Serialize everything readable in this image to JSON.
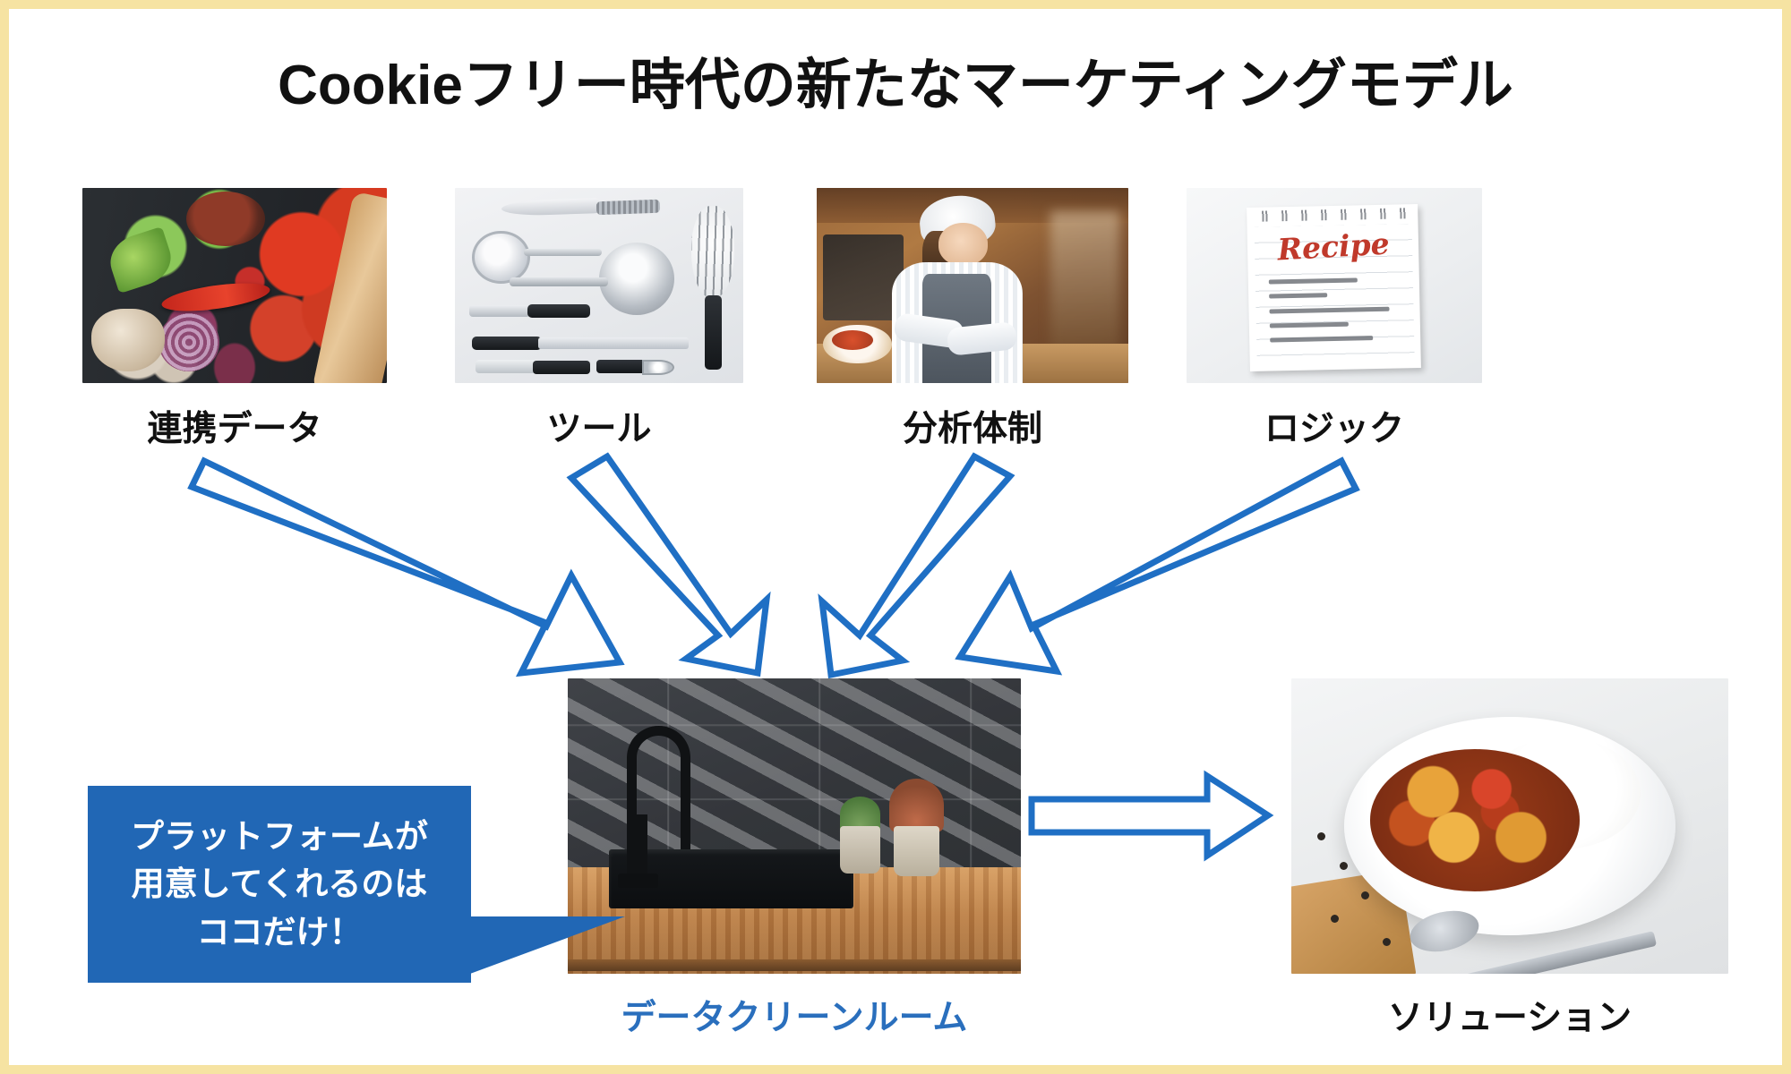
{
  "slide": {
    "title": "Cookieフリー時代の新たなマーケティングモデル",
    "border_color": "#f6e3a2",
    "background_color": "#ffffff",
    "accent_color": "#2167b5",
    "arrow_color": "#1f6fc4"
  },
  "inputs": [
    {
      "label": "連携データ",
      "image": "ingredients-photo"
    },
    {
      "label": "ツール",
      "image": "kitchen-tools-photo"
    },
    {
      "label": "分析体制",
      "image": "chef-photo"
    },
    {
      "label": "ロジック",
      "image": "recipe-note-photo"
    }
  ],
  "recipe_note": {
    "title": "Recipe"
  },
  "center": {
    "label": "データクリーンルーム",
    "image": "kitchen-sink-photo",
    "label_color": "#2a6fbd"
  },
  "output": {
    "label": "ソリューション",
    "image": "curry-dish-photo"
  },
  "callout": {
    "line1": "プラットフォームが",
    "line2": "用意してくれるのは",
    "line3": "ココだけ！",
    "background_color": "#2167b5",
    "text_color": "#ffffff"
  },
  "arrows": [
    {
      "name": "arrow-data-to-cleanroom",
      "from": "連携データ",
      "to": "データクリーンルーム"
    },
    {
      "name": "arrow-tools-to-cleanroom",
      "from": "ツール",
      "to": "データクリーンルーム"
    },
    {
      "name": "arrow-analysis-to-cleanroom",
      "from": "分析体制",
      "to": "データクリーンルーム"
    },
    {
      "name": "arrow-logic-to-cleanroom",
      "from": "ロジック",
      "to": "データクリーンルーム"
    },
    {
      "name": "arrow-cleanroom-to-solution",
      "from": "データクリーンルーム",
      "to": "ソリューション"
    }
  ]
}
